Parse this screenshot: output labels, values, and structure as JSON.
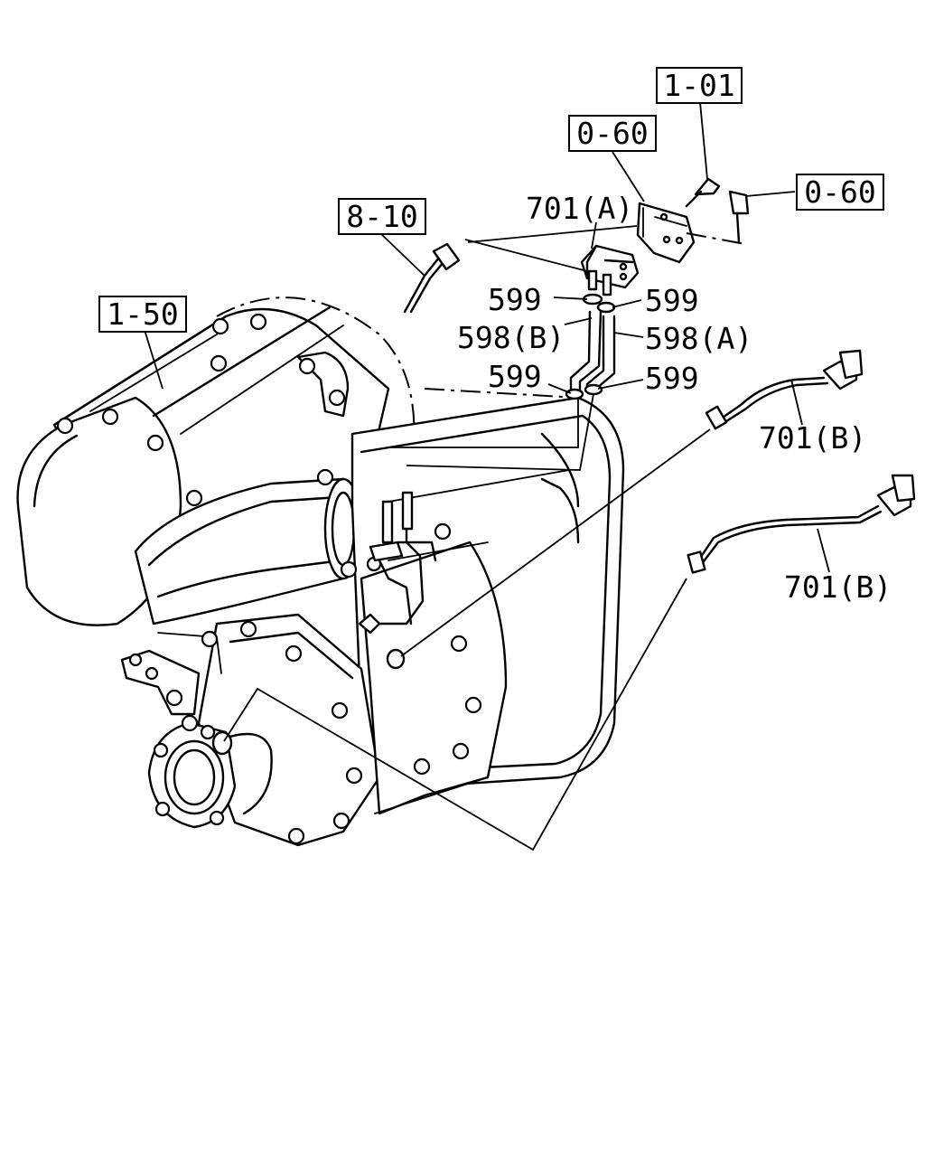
{
  "references": {
    "ref_1_01": "1-01",
    "ref_0_60_top": "0-60",
    "ref_0_60_right": "0-60",
    "ref_8_10": "8-10",
    "ref_1_50": "1-50"
  },
  "callouts": {
    "c_701a": "701(A)",
    "c_599_tl": "599",
    "c_599_tr": "599",
    "c_598b": "598(B)",
    "c_598a": "598(A)",
    "c_599_bl": "599",
    "c_599_br": "599",
    "c_701b_upper": "701(B)",
    "c_701b_lower": "701(B)"
  }
}
